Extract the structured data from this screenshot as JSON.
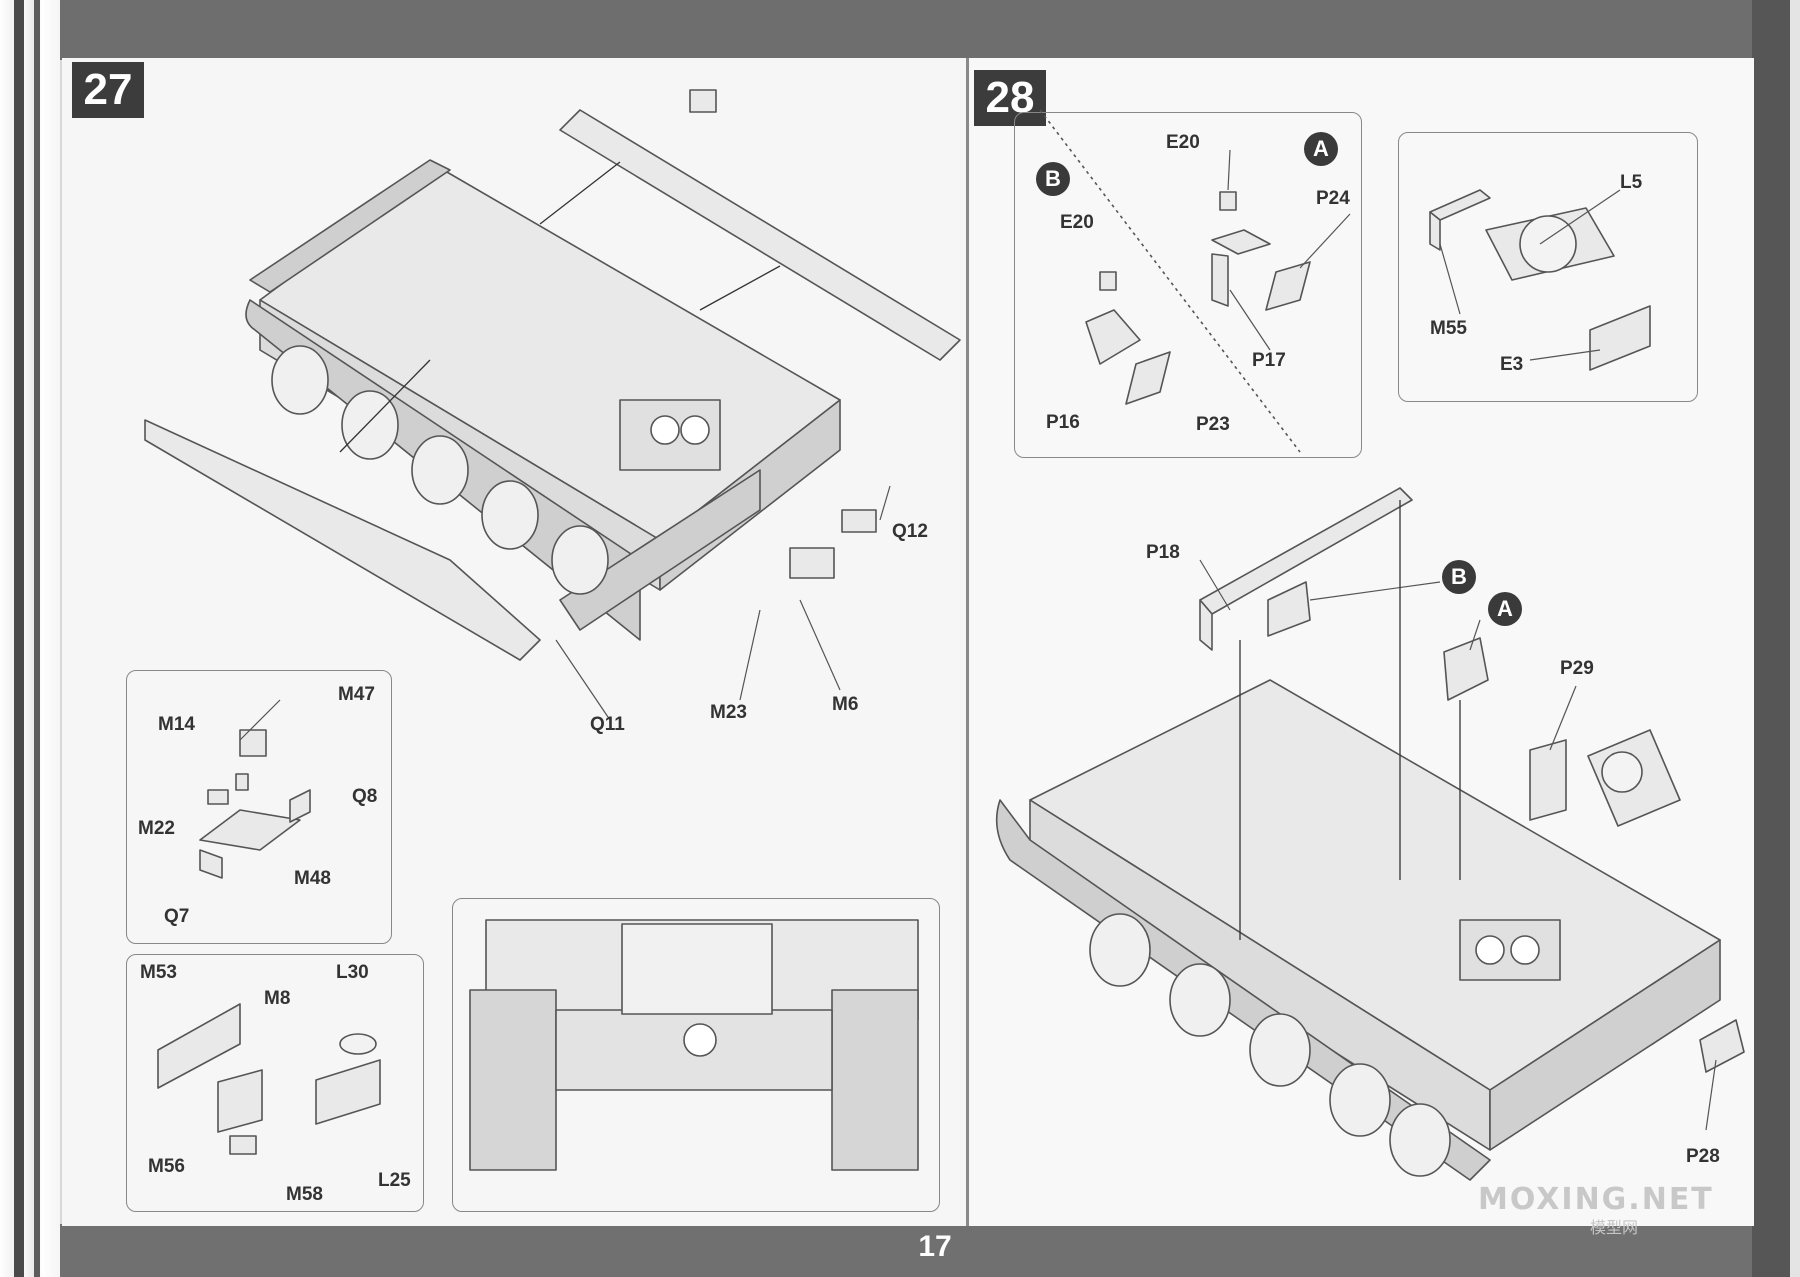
{
  "page": {
    "number": "17"
  },
  "steps": [
    {
      "number": "27"
    },
    {
      "number": "28"
    }
  ],
  "step27": {
    "main_labels": [
      "Q12",
      "Q11",
      "M23",
      "M6"
    ],
    "detail1_labels": [
      "M47",
      "M14",
      "Q8",
      "M22",
      "M48",
      "Q7"
    ],
    "detail2_labels": [
      "M53",
      "M8",
      "L30",
      "M56",
      "L25",
      "M58"
    ]
  },
  "step28": {
    "detailA": {
      "markers": [
        "A",
        "B"
      ],
      "labels": [
        "E20",
        "P24",
        "E20",
        "P17",
        "P16",
        "P23"
      ]
    },
    "detailB": {
      "labels": [
        "L5",
        "M55",
        "E3"
      ]
    },
    "main": {
      "markers": [
        "B",
        "A"
      ],
      "labels": [
        "P18",
        "P29",
        "P28"
      ]
    }
  },
  "watermark": {
    "text": "MOXING.NET",
    "sub": "模型网"
  },
  "colors": {
    "step_badge": "#3c3c3c",
    "band": "#707070",
    "line": "#555555"
  }
}
